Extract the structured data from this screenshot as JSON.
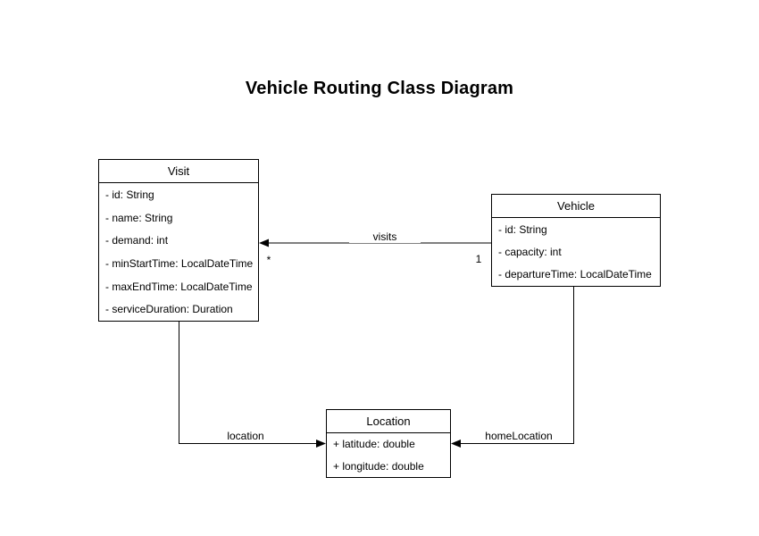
{
  "diagram": {
    "title": "Vehicle Routing Class Diagram",
    "classes": [
      {
        "name": "Visit",
        "attributes": [
          "- id: String",
          "- name: String",
          "- demand: int",
          "- minStartTime: LocalDateTime",
          "- maxEndTime: LocalDateTime",
          "- serviceDuration: Duration"
        ]
      },
      {
        "name": "Vehicle",
        "attributes": [
          "- id: String",
          "- capacity: int",
          "- departureTime: LocalDateTime"
        ]
      },
      {
        "name": "Location",
        "attributes": [
          "+ latitude: double",
          "+ longitude: double"
        ]
      }
    ],
    "relationships": [
      {
        "label": "visits",
        "from": "Vehicle",
        "to": "Visit",
        "multiplicity_at_visit": "*",
        "multiplicity_at_vehicle": "1"
      },
      {
        "label": "location",
        "from": "Visit",
        "to": "Location"
      },
      {
        "label": "homeLocation",
        "from": "Vehicle",
        "to": "Location"
      }
    ],
    "colors": {
      "stroke": "#000000",
      "text": "#000000",
      "background": "#ffffff"
    }
  }
}
